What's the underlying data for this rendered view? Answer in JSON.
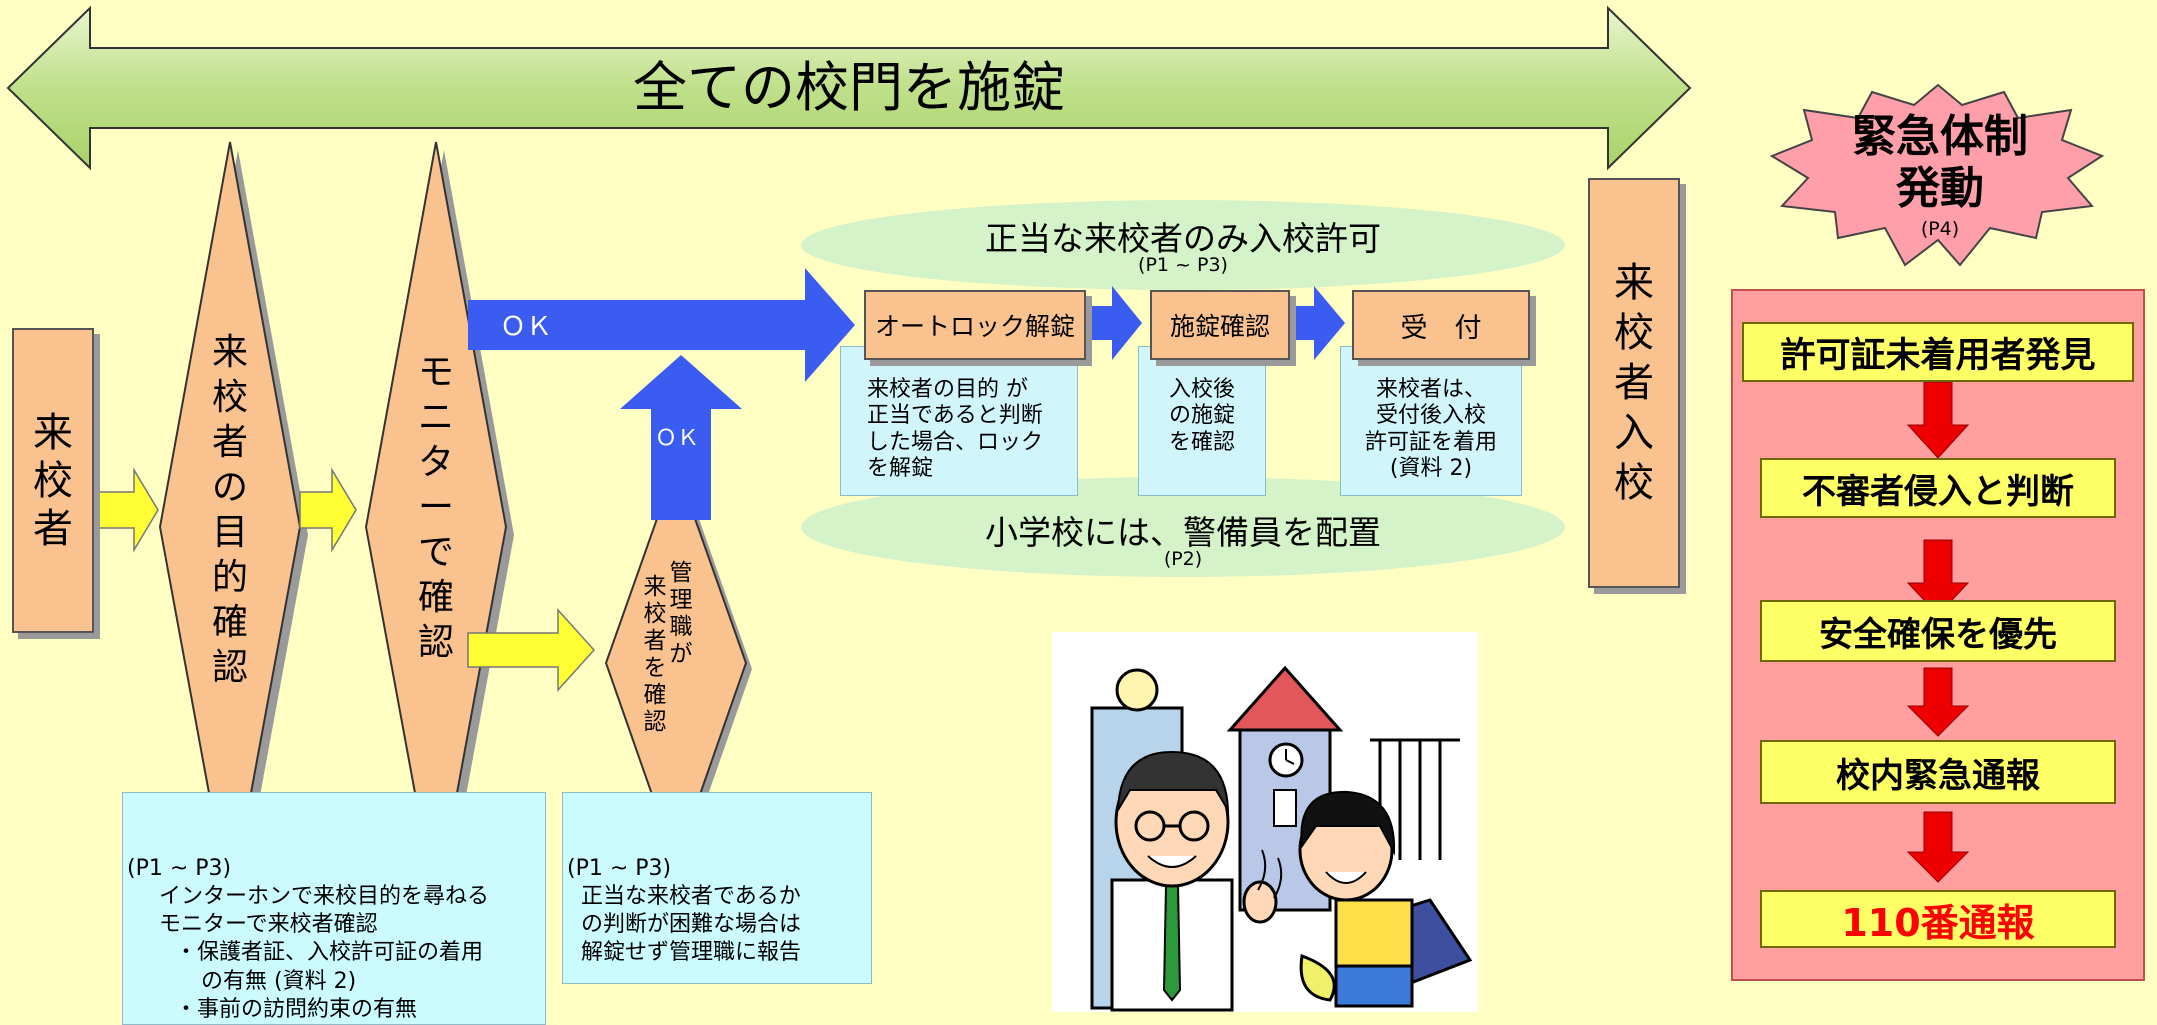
{
  "banner": {
    "title": "全ての校門を施錠"
  },
  "visitor": {
    "label": [
      "来",
      "校",
      "者"
    ]
  },
  "purpose_check": {
    "label": [
      "来",
      "校",
      "者",
      "の",
      "目",
      "的",
      "確",
      "認"
    ]
  },
  "monitor_check": {
    "label": [
      "モ",
      "ニ",
      "タ",
      "ー",
      "で",
      "確",
      "認"
    ]
  },
  "manager_check": {
    "label": [
      "管",
      "理",
      "職",
      "が"
    ],
    "label2": [
      "来",
      "校",
      "者",
      "を",
      "確",
      "認"
    ]
  },
  "ok_label": "ＯＫ",
  "ok_label_up": "ＯＫ",
  "legit_ellipse": {
    "text": "正当な来校者のみ入校許可",
    "ref": "(P1 ~ P3)"
  },
  "guard_ellipse": {
    "text": "小学校には、警備員を配置",
    "ref": "(P2)"
  },
  "steps": {
    "autolock": "オートロック解錠",
    "lock_check": "施錠確認",
    "reception": "受　付"
  },
  "step_notes": {
    "autolock": [
      "来校者の目的 が",
      "正当であると判断",
      "した場合、ロック",
      "を解錠"
    ],
    "lock_check": [
      "入校後",
      "の施錠",
      "を確認"
    ],
    "reception": [
      "来校者は、",
      "受付後入校",
      "許可証を着用",
      "(資料 2)"
    ]
  },
  "entry": {
    "label": [
      "来",
      "校",
      "者",
      "入",
      "校"
    ]
  },
  "note_left": {
    "ref": "(P1 ~ P3)",
    "lines": [
      "インターホンで来校目的を尋ねる",
      "モニターで来校者確認",
      "・保護者証、入校許可証の着用",
      "の有無 (資料 2)",
      "・事前の訪問約束の有無"
    ]
  },
  "note_mid": {
    "ref": "(P1 ~ P3)",
    "lines": [
      "正当な来校者であるか",
      "の判断が困難な場合は",
      "解錠せず管理職に報告"
    ]
  },
  "emergency": {
    "title_line1": "緊急体制",
    "title_line2": "発動",
    "ref": "(P4)",
    "steps": [
      "許可証未着用者発見",
      "不審者侵入と判断",
      "安全確保を優先",
      "校内緊急通報",
      "110番通報"
    ]
  },
  "colors": {
    "banner_fill": "#bfe08a",
    "diamond_fill": "#f9c28e",
    "blue_arrow": "#3a5cf0",
    "yellow_arrow": "#ffff33",
    "ellipse_fill": "#d4f3c8",
    "panel_fill": "#ff9f9f",
    "red_arrow": "#ee0000",
    "star_fill": "#ff9faa",
    "final_text": "#ff0000"
  }
}
